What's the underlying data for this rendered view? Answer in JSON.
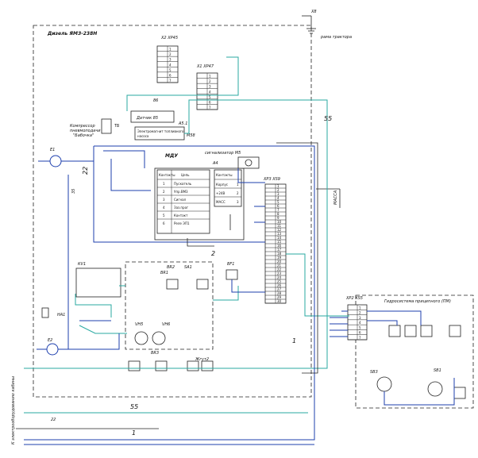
{
  "labels": {
    "engine": "Дизель ЯМЗ-238Н",
    "ground_top_id": "Х8",
    "ground_top": "рама трактора",
    "x2_connector": "Х2 ХР45",
    "x1_connector": "Х1 ХР47",
    "sensor_label": "Датчик 85",
    "sensor_id": "86",
    "compressor_line1": "Компрессор",
    "compressor_line2": "пневмоподачи",
    "compressor_line3": "\"Бабочка\"",
    "compressor_id": "ТБ",
    "pump_id": "А5.1",
    "pump_line1": "Электромагнит топливного",
    "pump_line2": "насоса",
    "pump_code": "М58",
    "mdu": "МДУ",
    "a4": "А4",
    "alarm": "сигнализатор М5",
    "e1": "Е1",
    "e2": "Е2",
    "x3_connector": "ХР3 ХS9",
    "x6_connector": "ХР2 ХS5",
    "hydro": "Гидросистема прицепного (ПМ)",
    "wire_55": "55",
    "wire_2": "2",
    "wire_1": "1",
    "wire_22": "22",
    "wire_55b": "55",
    "wire_1b": "1",
    "wire_35": "35",
    "wire_22v": "22",
    "hl1": "HA1",
    "side": "К электрооборудованию кабины",
    "bf1": "ВF1",
    "bp": "Жгут2",
    "vh": "VH5",
    "vh2": "VH6",
    "br1": "ВR1",
    "br2": "ВR2",
    "br3": "ВR3",
    "sb3": "SB3",
    "sb1": "SB1",
    "sa": "SA1",
    "kv": "КV1",
    "mass": "МАССА"
  },
  "table_a4": {
    "head_left": "Контакты",
    "head_mid": "Цепь",
    "head_right": "Контакты",
    "rows": [
      {
        "n": "1",
        "c": "Пускатель"
      },
      {
        "n": "2",
        "c": "Упр.ВМ3"
      },
      {
        "n": "3",
        "c": "Сигнал"
      },
      {
        "n": "4",
        "c": "Заз.прог"
      },
      {
        "n": "5",
        "c": "Контакт"
      },
      {
        "n": "6",
        "c": "Реле ЭП1"
      }
    ],
    "right_rows": [
      {
        "n": "1",
        "c": "Корпус"
      },
      {
        "n": "2",
        "c": "+24В"
      },
      {
        "n": "3",
        "c": "МАСС"
      }
    ]
  },
  "x2_rows": [
    "1",
    "2",
    "3",
    "4",
    "5",
    "6",
    "7"
  ],
  "x1_rows": [
    "1",
    "2",
    "3",
    "4",
    "5",
    "6",
    "7"
  ],
  "x3_rows": [
    "1",
    "2",
    "3",
    "4",
    "5",
    "6",
    "7",
    "8",
    "9",
    "10",
    "11",
    "12",
    "13",
    "14",
    "15",
    "16",
    "17",
    "18",
    "19",
    "20",
    "21",
    "22",
    "23",
    "24",
    "25",
    "26",
    "27",
    "28",
    "29",
    "30"
  ],
  "x6_rows": [
    "1",
    "2",
    "3",
    "4",
    "5",
    "6",
    "7"
  ]
}
